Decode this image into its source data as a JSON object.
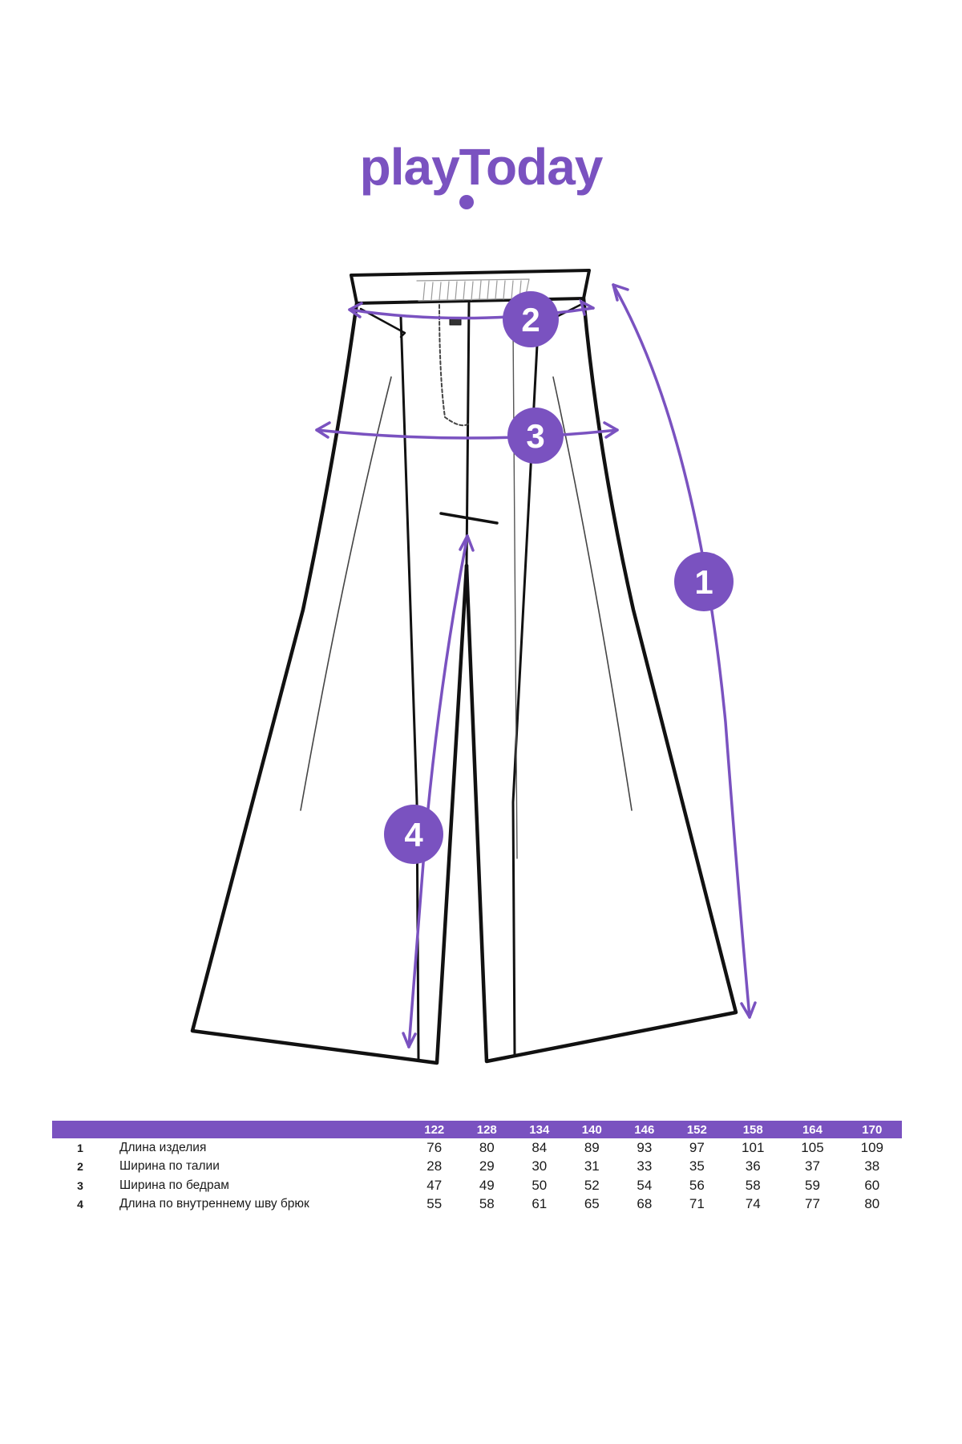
{
  "brand": {
    "logo_text": "playToday",
    "accent_color": "#7a52c0"
  },
  "measure_markers": [
    {
      "number": "1"
    },
    {
      "number": "2"
    },
    {
      "number": "3"
    },
    {
      "number": "4"
    }
  ],
  "table": {
    "sizes": [
      "122",
      "128",
      "134",
      "140",
      "146",
      "152",
      "158",
      "164",
      "170"
    ],
    "rows": [
      {
        "num": "1",
        "name": "Длина изделия",
        "values": [
          "76",
          "80",
          "84",
          "89",
          "93",
          "97",
          "101",
          "105",
          "109"
        ]
      },
      {
        "num": "2",
        "name": "Ширина по талии",
        "values": [
          "28",
          "29",
          "30",
          "31",
          "33",
          "35",
          "36",
          "37",
          "38"
        ]
      },
      {
        "num": "3",
        "name": "Ширина по бедрам",
        "values": [
          "47",
          "49",
          "50",
          "52",
          "54",
          "56",
          "58",
          "59",
          "60"
        ]
      },
      {
        "num": "4",
        "name": "Длина по внутреннему шву брюк",
        "values": [
          "55",
          "58",
          "61",
          "65",
          "68",
          "71",
          "74",
          "77",
          "80"
        ]
      }
    ]
  }
}
